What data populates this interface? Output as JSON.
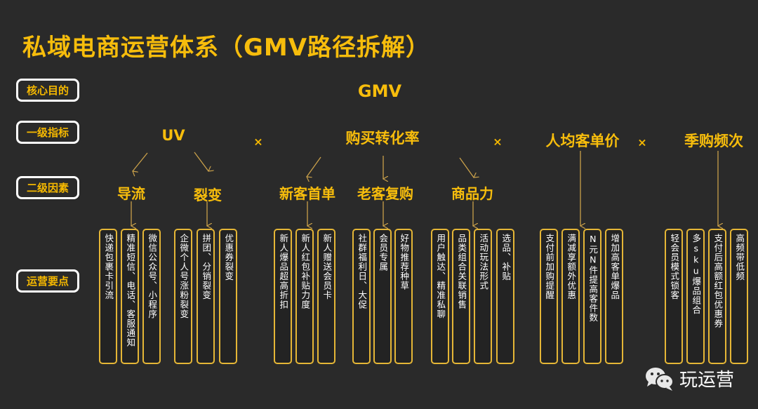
{
  "title": "私域电商运营体系（GMV路径拆解）",
  "row_labels": [
    "核心目的",
    "一级指标",
    "二级因素",
    "运营要点"
  ],
  "core": "GMV",
  "operator": "×",
  "level1": [
    {
      "label": "UV"
    },
    {
      "label": "购买转化率"
    },
    {
      "label": "人均客单价"
    },
    {
      "label": "季购频次"
    }
  ],
  "level2": [
    {
      "label": "导流",
      "parent": "UV",
      "points": [
        "快递包裹卡引流",
        "精准短信、电话、客服通知",
        "微信公众号、小程序"
      ]
    },
    {
      "label": "裂变",
      "parent": "UV",
      "points": [
        "企微个人号涨粉裂变",
        "拼团、分销裂变",
        "优惠券裂变"
      ]
    },
    {
      "label": "新客首单",
      "parent": "购买转化率",
      "points": [
        "新人爆品超高折扣",
        "新人红包补贴力度",
        "新人赠送会员卡"
      ]
    },
    {
      "label": "老客复购",
      "parent": "购买转化率",
      "points": [
        "社群福利日、大促",
        "会员专属",
        "好物推荐种草"
      ]
    },
    {
      "label": "商品力",
      "parent": "购买转化率",
      "points": [
        "用户触达、精准私聊",
        "品类组合关联销售",
        "活动玩法形式",
        "选品、补贴"
      ]
    },
    {
      "label": "",
      "parent": "人均客单价",
      "points": [
        "支付前加购提醒",
        "满减享额外优惠",
        "N元N件提高客件数",
        "增加高客单爆品"
      ]
    },
    {
      "label": "",
      "parent": "季购频次",
      "points": [
        "轻会员模式锁客",
        "多sku爆品组合",
        "支付后高额红包优惠券",
        "高频带低频"
      ]
    }
  ],
  "brand": {
    "icon": "wechat-icon",
    "text": "玩运营"
  },
  "colors": {
    "background": "#2a2a2a",
    "accent": "#f7bd0c",
    "box_border": "#e5b636",
    "label_border": "#ffffff",
    "point_text": "#ffffff"
  }
}
